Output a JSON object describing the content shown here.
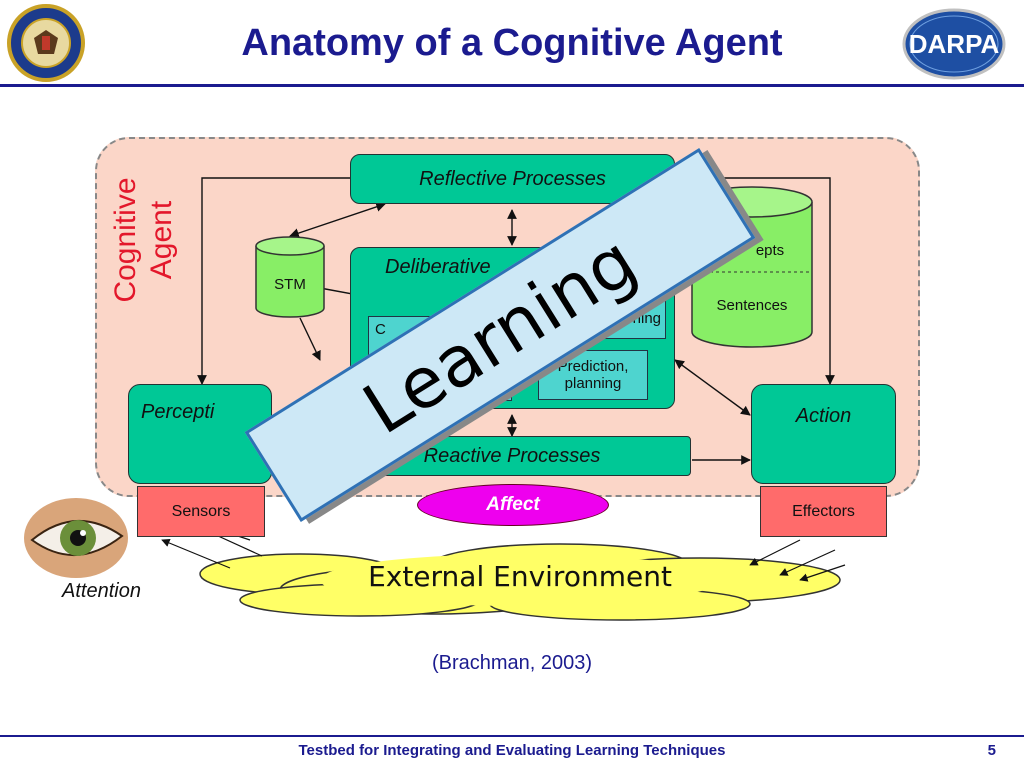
{
  "slide": {
    "title": "Anatomy of a Cognitive Agent",
    "footer": "Testbed for Integrating and Evaluating Learning Techniques",
    "page_number": "5",
    "citation": "(Brachman, 2003)",
    "logos": {
      "left": "navy-research-lab-seal",
      "right": "DARPA"
    }
  },
  "diagram": {
    "agent_label": [
      "Cognitive",
      "Agent"
    ],
    "reflective": "Reflective Processes",
    "deliberative": "Deliberative",
    "stm": "STM",
    "ltm_concepts": "epts",
    "ltm_sentences": "Sentences",
    "box_c": "C",
    "box_ning": "ning",
    "prediction_line1": "Prediction,",
    "prediction_line2": "planning",
    "perception": "Percepti",
    "action": "Action",
    "reactive": "Reactive Processes",
    "sensors": "Sensors",
    "effectors": "Effectors",
    "affect": "Affect",
    "environment": "External Environment",
    "attention": "Attention",
    "learning": "Learning"
  },
  "colors": {
    "title": "#1b1b8f",
    "agent_bg": "#fbd6c8",
    "process_box": "#00c896",
    "sub_box": "#4ed4cf",
    "sensor_box": "#ff6b6b",
    "ltm": "#88ee66",
    "affect": "#ee00ee",
    "environment": "#ffff66",
    "learning_banner": "#cde8f6"
  }
}
